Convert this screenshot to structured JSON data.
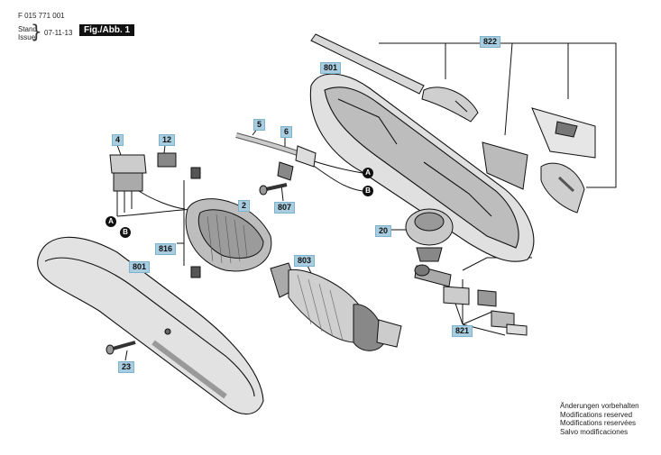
{
  "header": {
    "doc_number": "F 015 771 001",
    "stand": "Stand",
    "issue": "Issue",
    "date": "07-11-13",
    "fig_label": "Fig./Abb. 1"
  },
  "parts": {
    "p822": "822",
    "p801_top": "801",
    "p5": "5",
    "p6": "6",
    "p4": "4",
    "p12": "12",
    "p2": "2",
    "p807": "807",
    "p20": "20",
    "p816": "816",
    "p803": "803",
    "p801_bottom": "801",
    "p821": "821",
    "p23": "23"
  },
  "markers": {
    "a_upper": "A",
    "b_upper": "B",
    "a_left": "A",
    "b_left": "B"
  },
  "notes": [
    "Änderungen vorbehalten",
    "Modifications reserved",
    "Modifications reservées",
    "Salvo modificaciones"
  ]
}
